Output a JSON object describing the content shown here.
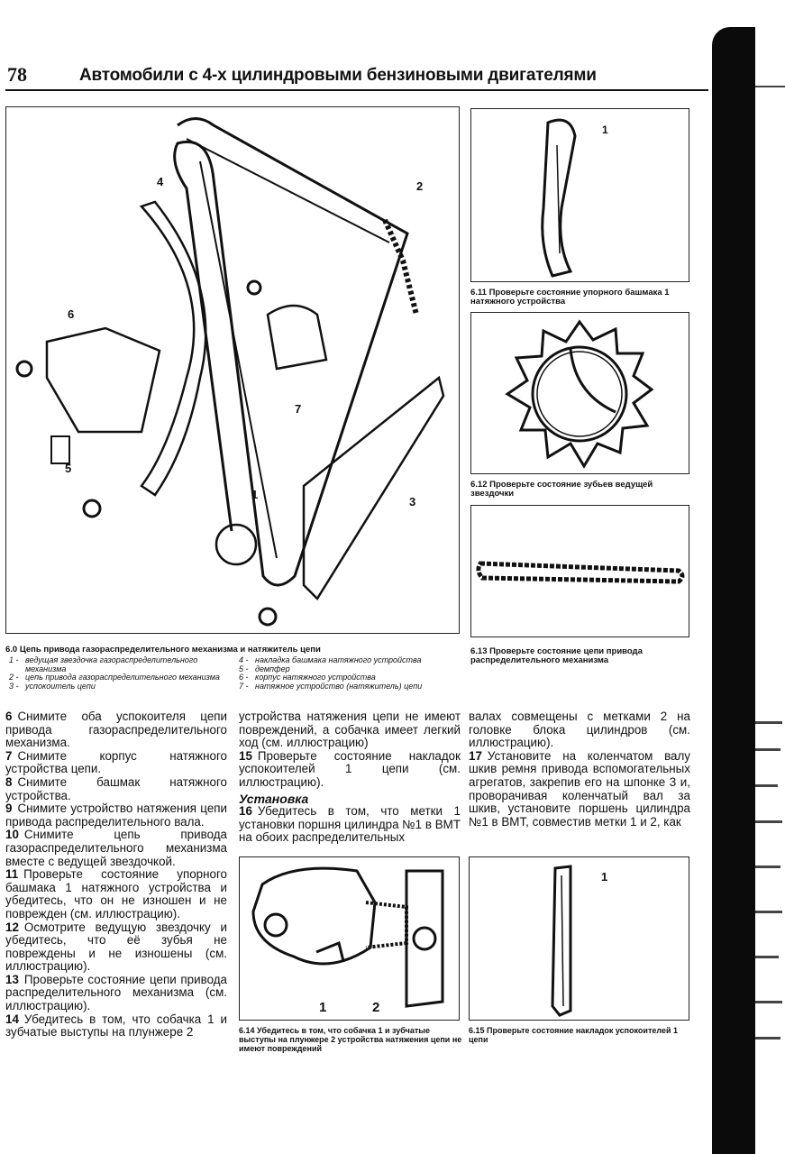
{
  "header": {
    "page_number": "78",
    "title": "Автомобили с 4-х цилиндровыми бензиновыми двигателями"
  },
  "figure_main": {
    "callouts": [
      "1",
      "2",
      "3",
      "4",
      "5",
      "6",
      "7"
    ],
    "caption": "6.0 Цепь привода газораспределительного механизма и натяжитель цепи",
    "legend": [
      {
        "n": "1 -",
        "text": "ведущая звездочка газораспределительного механизма"
      },
      {
        "n": "2 -",
        "text": "цепь привода газораспределительного механизма"
      },
      {
        "n": "3 -",
        "text": "успокоитель цепи"
      },
      {
        "n": "4 -",
        "text": "накладка башмака натяжного устройства"
      },
      {
        "n": "5 -",
        "text": "демпфер"
      },
      {
        "n": "6 -",
        "text": "корпус натяжного устройства"
      },
      {
        "n": "7 -",
        "text": "натяжное устройство (натяжитель) цепи"
      }
    ]
  },
  "figures": [
    {
      "id": "6.11",
      "caption": "6.11 Проверьте состояние упорного башмака 1 натяжного устройства",
      "callouts": [
        "1"
      ]
    },
    {
      "id": "6.12",
      "caption": "6.12 Проверьте состояние зубьев ведущей звездочки"
    },
    {
      "id": "6.13",
      "caption": "6.13 Проверьте состояние цепи привода распределительного механизма"
    },
    {
      "id": "6.14",
      "caption": "6.14 Убедитесь в том, что собачка 1 и зубчатые выступы на плунжере 2 устройства натяжения цепи не имеют повреждений",
      "callouts": [
        "1",
        "2"
      ]
    },
    {
      "id": "6.15",
      "caption": "6.15 Проверьте состояние накладок успокоителей 1 цепи",
      "callouts": [
        "1"
      ]
    }
  ],
  "steps": [
    {
      "n": "6",
      "text": "Снимите оба успокоителя цепи привода газораспределительного механизма."
    },
    {
      "n": "7",
      "text": "Снимите корпус натяжного устройства цепи."
    },
    {
      "n": "8",
      "text": "Снимите башмак натяжного устройства."
    },
    {
      "n": "9",
      "text": "Снимите устройство натяжения цепи привода распределительного вала."
    },
    {
      "n": "10",
      "text": "Снимите цепь привода газораспределительного механизма вместе с ведущей звездочкой."
    },
    {
      "n": "11",
      "text": "Проверьте состояние упорного башмака 1 натяжного устройства и убедитесь, что он не изношен и не поврежден (см. иллюстрацию)."
    },
    {
      "n": "12",
      "text": "Осмотрите ведущую звездочку и убедитесь, что её зубья не повреждены и не изношены (см. иллюстрацию)."
    },
    {
      "n": "13",
      "text": "Проверьте состояние цепи привода распределительного механизма (см. иллюстрацию)."
    },
    {
      "n": "14",
      "text": "Убедитесь в том, что собачка 1 и зубчатые выступы на плунжере 2 устройства натяжения цепи не имеют повреждений, а собачка имеет легкий ход (см. иллюстрацию)"
    },
    {
      "n": "15",
      "text": "Проверьте состояние накладок успокоителей 1 цепи (см. иллюстрацию)."
    },
    {
      "n": "16",
      "text": "Убедитесь в том, что метки 1 установки поршня цилиндра №1 в ВМТ на обоих распределительных валах совмещены с метками 2 на головке блока цилиндров (см. иллюстрацию)."
    },
    {
      "n": "17",
      "text": "Установите на коленчатом валу шкив ремня привода вспомогательных агрегатов, закрепив его на шпонке 3 и, проворачивая коленчатый вал за шкив, установите поршень цилиндра №1 в ВМТ, совместив метки 1 и 2, как"
    }
  ],
  "col2_start": "устройства натяжения цепи не имеют повреждений, а собачка имеет легкий ход (см. иллюстрацию)",
  "col3_start": "валах совмещены с метками 2 на головке блока цилиндров (см. иллюстрацию).",
  "col2_16_start": "Убедитесь в том, что метки 1 установки поршня цилиндра №1 в ВМТ на обоих распределительных",
  "col3_17": "Установите на коленчатом валу шкив ремня привода вспомогательных агрегатов, закрепив его на шпонке 3 и, проворачивая коленчатый вал за шкив, установите поршень цилиндра №1 в ВМТ, совместив метки 1 и 2, как",
  "col1_14": "Убедитесь в том, что собачка 1 и зубчатые выступы на плунжере 2",
  "section_heading": "Установка"
}
